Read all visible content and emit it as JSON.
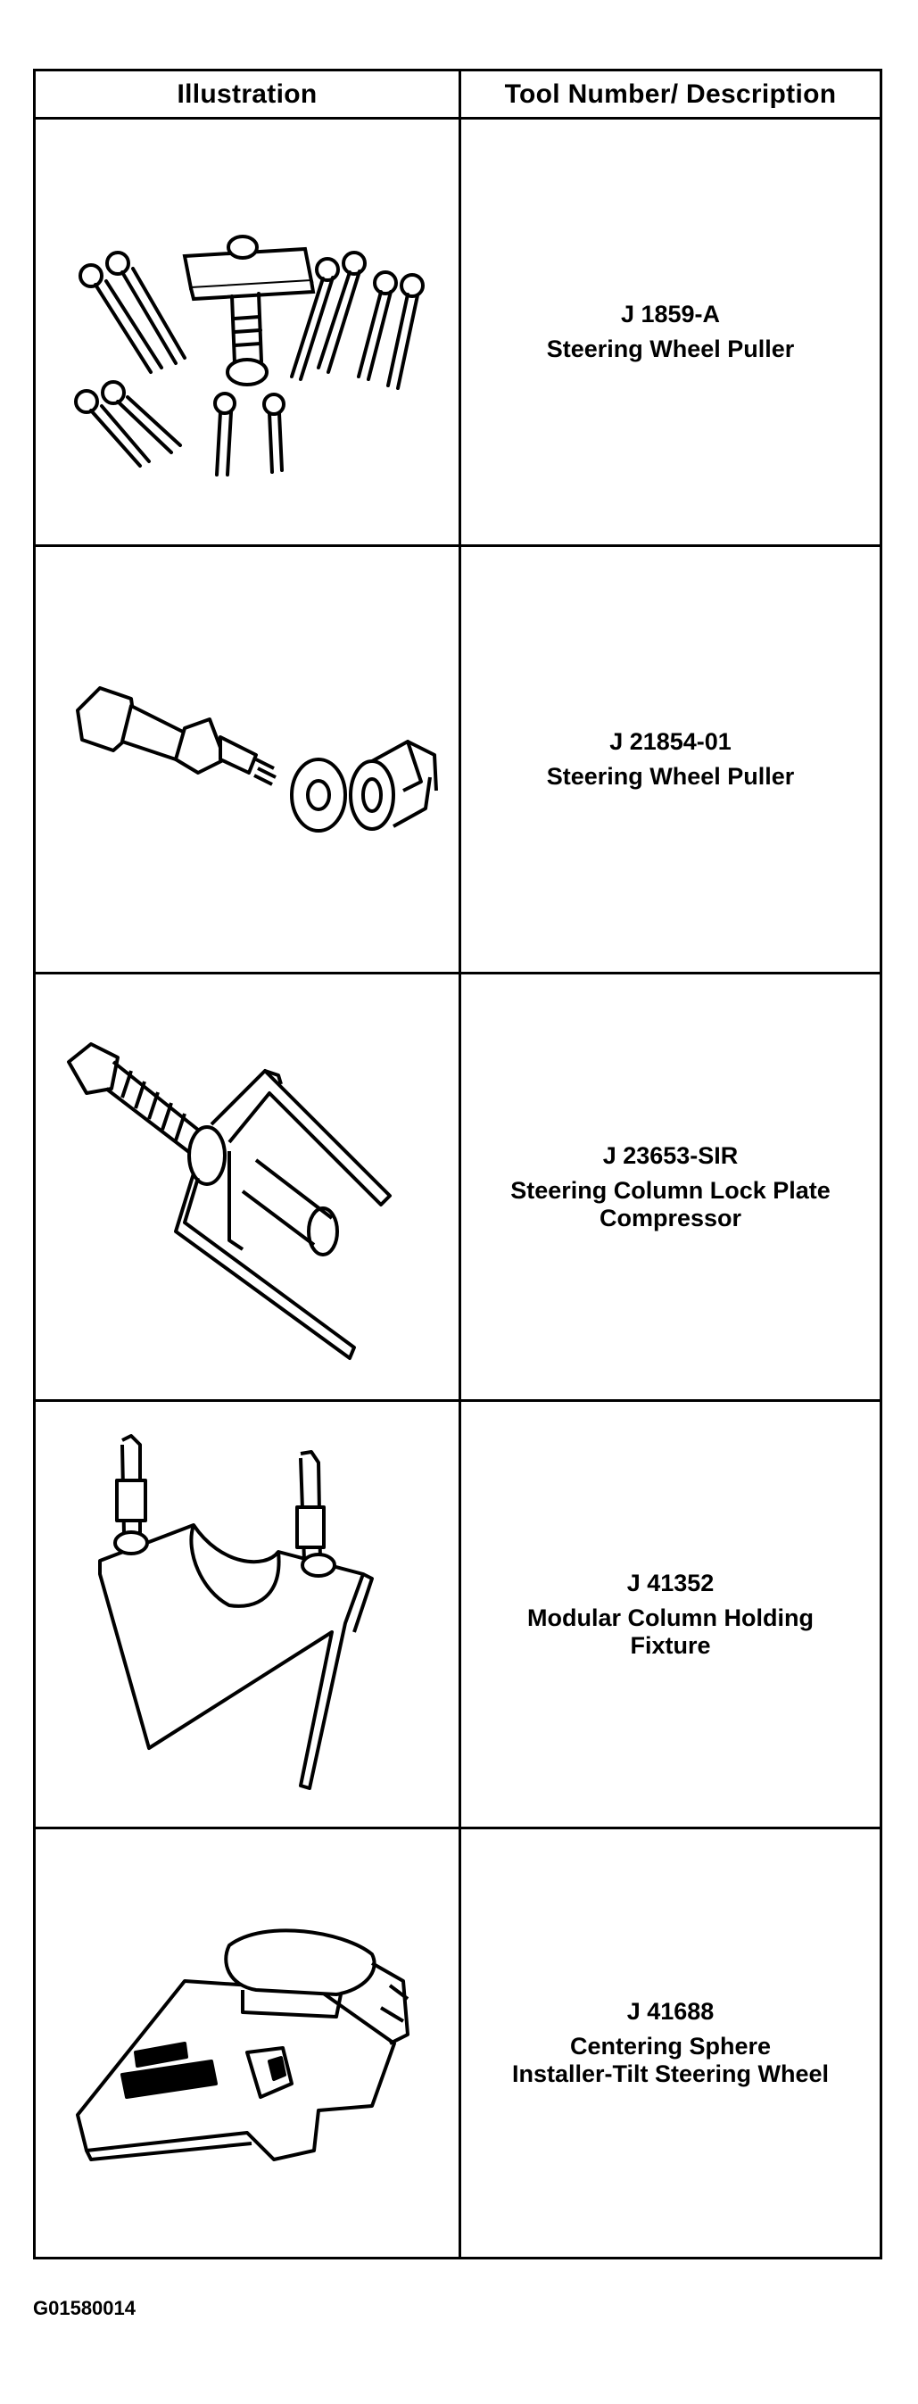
{
  "table": {
    "header": {
      "illustration": "Illustration",
      "tool": "Tool Number/ Description"
    },
    "rows": [
      {
        "number": "J 1859-A",
        "description": [
          "Steering Wheel Puller"
        ],
        "icon": "steering-wheel-puller-bolts-icon"
      },
      {
        "number": "J 21854-01",
        "description": [
          "Steering Wheel Puller"
        ],
        "icon": "steering-wheel-puller-screw-icon"
      },
      {
        "number": "J 23653-SIR",
        "description": [
          "Steering Column Lock Plate",
          "Compressor"
        ],
        "icon": "lock-plate-compressor-icon"
      },
      {
        "number": "J 41352",
        "description": [
          "Modular Column Holding",
          "Fixture"
        ],
        "icon": "column-holding-fixture-icon"
      },
      {
        "number": "J 41688",
        "description": [
          "Centering Sphere",
          "Installer-Tilt Steering Wheel"
        ],
        "icon": "centering-sphere-installer-icon"
      }
    ]
  },
  "figure_id": "G01580014"
}
